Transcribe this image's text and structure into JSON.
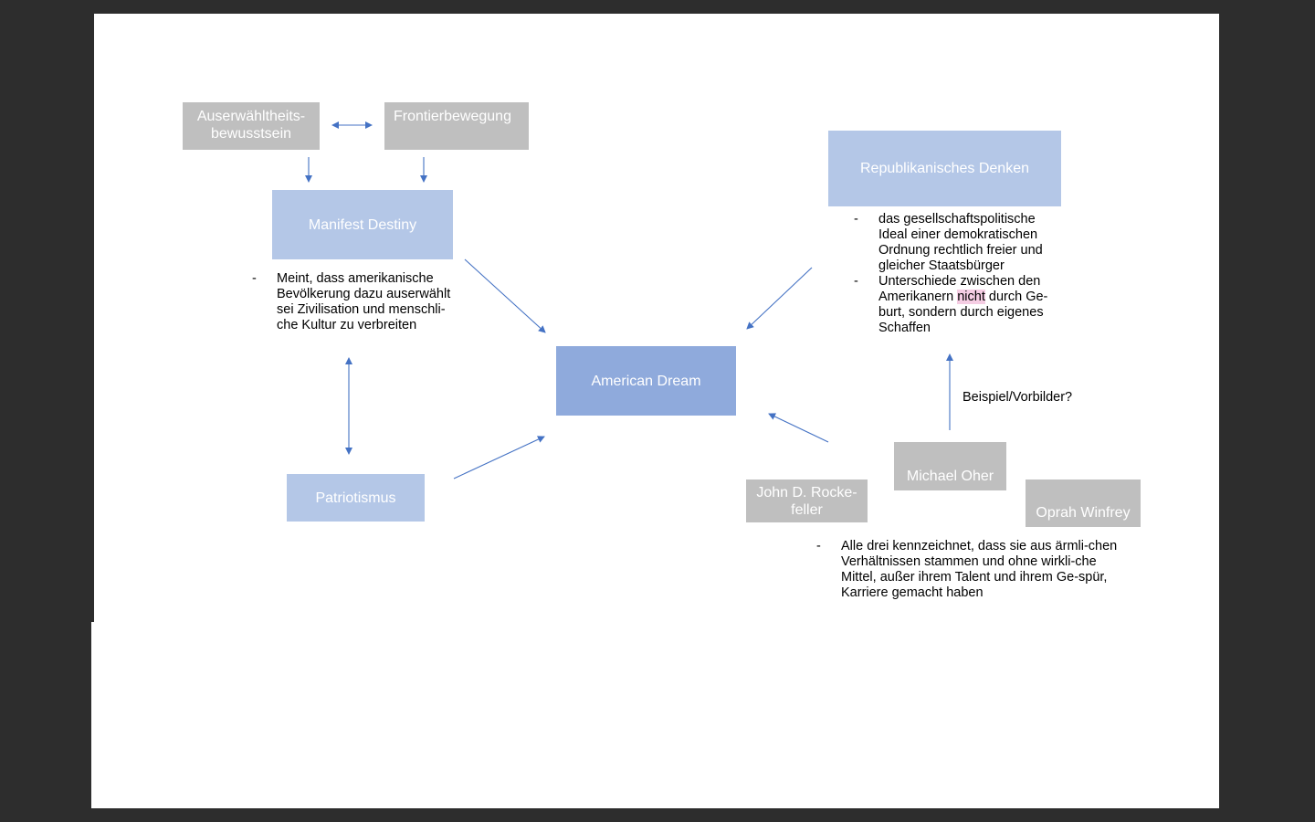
{
  "colors": {
    "grey": "#bfbfbf",
    "light_blue": "#b4c7e7",
    "mid_blue": "#8faadc",
    "arrow": "#4472c4"
  },
  "nodes": {
    "auserwaehltheit": "Auserwähltheits-bewusstsein",
    "frontier": "Frontierbewegung",
    "manifest": "Manifest Destiny",
    "american_dream": "American Dream",
    "patriotismus": "Patriotismus",
    "republikanisch": "Republikanisches Denken",
    "rockefeller": "John D. Rocke-feller",
    "oher": "Michael Oher",
    "winfrey": "Oprah Winfrey"
  },
  "notes": {
    "bullet_dash": "-",
    "manifest": "Meint, dass amerikanische Bevölkerung dazu auserwählt sei Zivilisation und menschli-che Kultur zu verbreiten",
    "republikanisch_1": "das gesellschaftspolitische Ideal einer demokratischen Ordnung rechtlich freier und gleicher Staatsbürger",
    "republikanisch_2_before": "Unterschiede zwischen den Amerikanern ",
    "republikanisch_2_highlight": "nicht",
    "republikanisch_2_after": " durch Ge-burt, sondern durch eigenes Schaffen",
    "beispiel": "Beispiel/Vorbilder?",
    "vorbilder": "Alle drei kennzeichnet, dass sie aus ärmli-chen Verhältnissen stammen und ohne wirkli-che Mittel, außer ihrem Talent und ihrem Ge-spür, Karriere gemacht haben"
  }
}
